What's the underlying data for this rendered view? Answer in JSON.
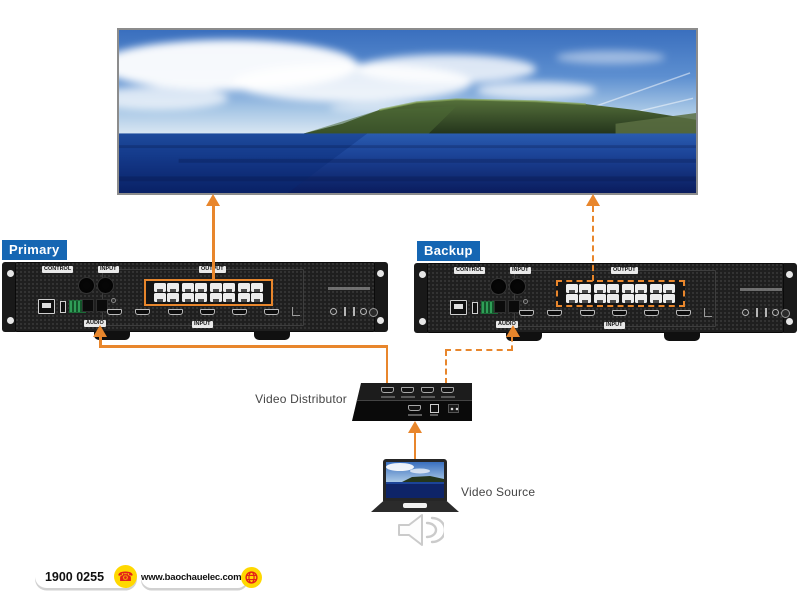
{
  "diagram": {
    "video_distributor_label": "Video Distributor",
    "video_source_label": "Video Source"
  },
  "devices": {
    "primary": {
      "name": "Primary",
      "panel": {
        "control": "CONTROL",
        "input": "INPUT",
        "output": "OUTPUT",
        "audio": "AUDIO",
        "input_bottom": "INPUT"
      },
      "connection_style": "solid"
    },
    "backup": {
      "name": "Backup",
      "panel": {
        "control": "CONTROL",
        "input": "INPUT",
        "output": "OUTPUT",
        "audio": "AUDIO",
        "input_bottom": "INPUT"
      },
      "connection_style": "dashed"
    }
  },
  "footer": {
    "phone": "1900 0255",
    "website": "www.baochauelec.com"
  },
  "icons": {
    "phone": "phone-icon",
    "globe": "globe-icon",
    "speaker": "speaker-icon"
  },
  "colors": {
    "accent_orange": "#E8862C",
    "label_blue": "#1566B3",
    "footer_yellow": "#FFD800",
    "icon_red": "#E32119"
  }
}
